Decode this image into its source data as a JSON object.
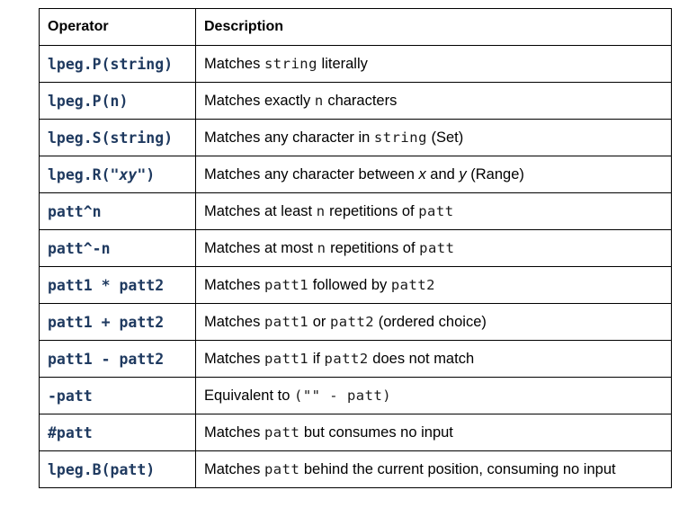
{
  "headers": {
    "operator": "Operator",
    "description": "Description"
  },
  "rows": [
    {
      "op_pre": "lpeg.P(string)",
      "op_it": "",
      "op_post": "",
      "d1": "Matches ",
      "c1": "string",
      "d2": " literally",
      "c2": "",
      "d3": ""
    },
    {
      "op_pre": "lpeg.P(n)",
      "op_it": "",
      "op_post": "",
      "d1": "Matches exactly ",
      "c1": "n",
      "d2": " characters",
      "c2": "",
      "d3": ""
    },
    {
      "op_pre": "lpeg.S(string)",
      "op_it": "",
      "op_post": "",
      "d1": "Matches any character in ",
      "c1": "string",
      "d2": " (Set)",
      "c2": "",
      "d3": ""
    },
    {
      "op_pre": "lpeg.R(\"",
      "op_it": "xy",
      "op_post": "\")",
      "d1": "Matches any character between ",
      "x": "x",
      "mid": " and ",
      "y": "y",
      "tail": " (Range)"
    },
    {
      "op_pre": "patt^n",
      "op_it": "",
      "op_post": "",
      "d1": "Matches at least ",
      "c1": "n",
      "d2": " repetitions of ",
      "c2": "patt",
      "d3": ""
    },
    {
      "op_pre": "patt^-n",
      "op_it": "",
      "op_post": "",
      "d1": "Matches at most ",
      "c1": "n",
      "d2": " repetitions of ",
      "c2": "patt",
      "d3": ""
    },
    {
      "op_pre": "patt1 * patt2",
      "op_it": "",
      "op_post": "",
      "d1": "Matches ",
      "c1": "patt1",
      "d2": " followed by ",
      "c2": "patt2",
      "d3": ""
    },
    {
      "op_pre": "patt1 + patt2",
      "op_it": "",
      "op_post": "",
      "d1": "Matches ",
      "c1": "patt1",
      "d2": " or ",
      "c2": "patt2",
      "d3": " (ordered choice)"
    },
    {
      "op_pre": "patt1 - patt2",
      "op_it": "",
      "op_post": "",
      "d1": "Matches ",
      "c1": "patt1",
      "d2": " if ",
      "c2": "patt2",
      "d3": " does not match"
    },
    {
      "op_pre": "-patt",
      "op_it": "",
      "op_post": "",
      "d1": "Equivalent to ",
      "c1": "(\"\" - patt)",
      "d2": "",
      "c2": "",
      "d3": ""
    },
    {
      "op_pre": "#patt",
      "op_it": "",
      "op_post": "",
      "d1": "Matches ",
      "c1": "patt",
      "d2": " but consumes no input",
      "c2": "",
      "d3": ""
    },
    {
      "op_pre": "lpeg.B(patt)",
      "op_it": "",
      "op_post": "",
      "d1": "Matches ",
      "c1": "patt",
      "d2": " behind the current position, consuming no input",
      "c2": "",
      "d3": ""
    }
  ]
}
